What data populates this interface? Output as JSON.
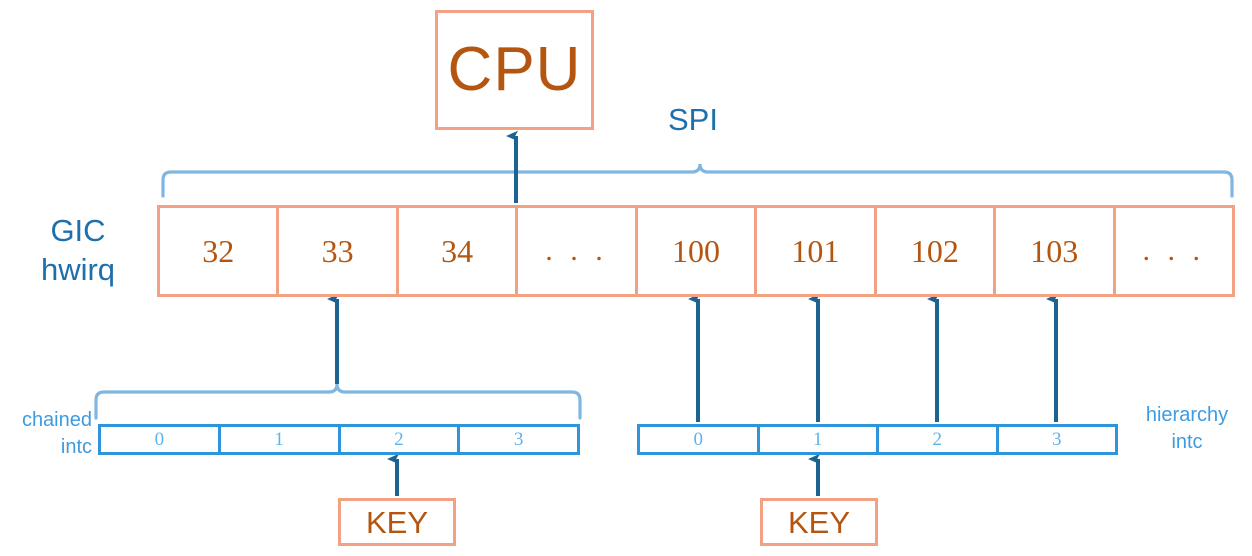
{
  "diagram": {
    "title": "GIC hwirq interrupt mapping",
    "colors": {
      "orange_border": "#F3A183",
      "orange_text": "#B4560F",
      "blue_dark": "#1F6FAB",
      "blue_mid": "#2E95DC",
      "blue_light": "#5BB4EE",
      "brace_blue": "#7FB6E2",
      "arrow_blue": "#1C6391",
      "background": "#FFFFFF"
    }
  },
  "cpu": {
    "label": "CPU"
  },
  "spi": {
    "label": "SPI"
  },
  "gic": {
    "label_line1": "GIC",
    "label_line2": "hwirq",
    "cells": [
      "32",
      "33",
      "34",
      ". . .",
      "100",
      "101",
      "102",
      "103",
      ". . ."
    ]
  },
  "chained_intc": {
    "label_line1": "chained",
    "label_line2": "intc",
    "cells": [
      "0",
      "1",
      "2",
      "3"
    ]
  },
  "hierarchy_intc": {
    "label_line1": "hierarchy",
    "label_line2": "intc",
    "cells": [
      "0",
      "1",
      "2",
      "3"
    ]
  },
  "keys": {
    "left_label": "KEY",
    "right_label": "KEY"
  }
}
